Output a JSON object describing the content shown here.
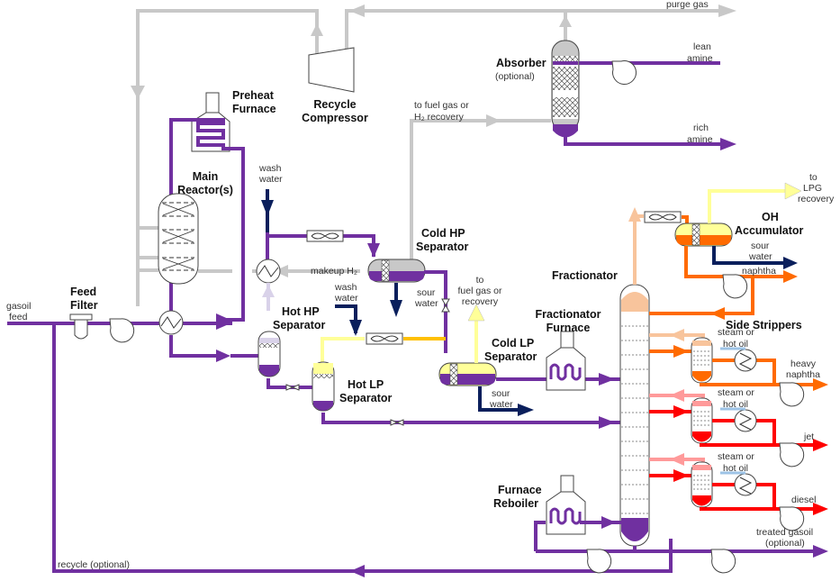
{
  "title": "Hydrocracker process flow diagram",
  "colors": {
    "gas": "#c8c8c8",
    "gasoil": "#7030a0",
    "water": "#0a1f5c",
    "naphtha": "#ff6a00",
    "light_overhead": "#f8c49c",
    "jet_diesel": "#ff0000",
    "light_draw": "#ff9a9a",
    "lpg": "#ffff99",
    "hot_vapor": "#ffc000",
    "steam": "#9dc3e6"
  },
  "equipment": {
    "preheat_furnace": "Preheat Furnace",
    "main_reactors": "Main Reactor(s)",
    "recycle_compressor": "Recycle Compressor",
    "absorber": "Absorber",
    "absorber_note": "(optional)",
    "feed_filter": "Feed Filter",
    "hot_hp_separator": "Hot HP Separator",
    "cold_hp_separator": "Cold HP Separator",
    "hot_lp_separator": "Hot LP Separator",
    "cold_lp_separator": "Cold LP Separator",
    "fractionator": "Fractionator",
    "fractionator_furnace": "Fractionator Furnace",
    "oh_accumulator": "OH Accumulator",
    "side_strippers": "Side Strippers",
    "furnace_reboiler": "Furnace Reboiler"
  },
  "streams": {
    "purge_gas": "purge gas",
    "lean_amine": "lean amine",
    "rich_amine": "rich amine",
    "fuel_gas_h2": "to fuel gas or",
    "h2_recovery": "H₂ recovery",
    "wash_water_1": "wash water",
    "wash_water_2": "wash water",
    "makeup_h2": "makeup H₂",
    "sour_water_1": "sour water",
    "sour_water_2": "sour water",
    "sour_water_3": "sour water",
    "fuel_gas_recovery_to": "to",
    "fuel_gas_recovery_1": "fuel gas or",
    "fuel_gas_recovery_2": "recovery",
    "gasoil_feed": "gasoil feed",
    "lpg_to": "to",
    "lpg": "LPG",
    "lpg_recovery": "recovery",
    "naphtha": "naphtha",
    "steam_hot_oil_1": "steam or hot oil",
    "steam_hot_oil_2": "steam or hot oil",
    "steam_hot_oil_3": "steam or hot oil",
    "heavy_naphtha": "heavy naphtha",
    "jet": "jet",
    "diesel": "diesel",
    "treated_gasoil": "treated gasoil",
    "treated_gasoil_note": "(optional)",
    "recycle": "recycle (optional)"
  }
}
